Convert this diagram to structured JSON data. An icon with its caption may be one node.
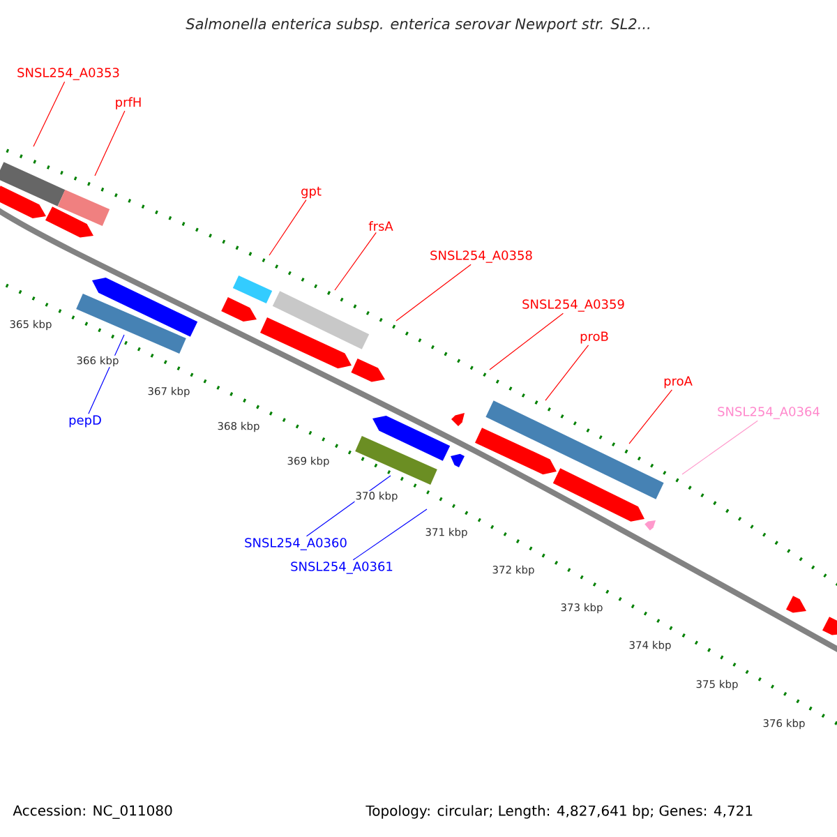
{
  "diagram": {
    "title": "Salmonella enterica subsp. enterica serovar Newport str. SL2...",
    "nodes": [
      {
        "text": [
          "SNSL254_A0353"
        ]
      },
      {
        "text": [
          "prfH"
        ]
      },
      {
        "text": [
          "gpt"
        ]
      },
      {
        "text": [
          "frsA"
        ]
      },
      {
        "text": [
          "SNSL254_A0358"
        ]
      },
      {
        "text": [
          "SNSL254_A0359"
        ]
      },
      {
        "text": [
          "proB"
        ]
      },
      {
        "text": [
          "proA"
        ]
      },
      {
        "text": [
          "SNSL254_A0364"
        ]
      },
      {
        "text": [
          "pepD"
        ]
      },
      {
        "text": [
          "SNSL254_A0360"
        ]
      },
      {
        "text": [
          "SNSL254_A0361"
        ]
      }
    ],
    "edges": [
      {
        "from": 0,
        "to": null,
        "arrow": "none"
      },
      {
        "from": 1,
        "to": null,
        "arrow": "none"
      },
      {
        "from": 2,
        "to": null,
        "arrow": "none"
      },
      {
        "from": 3,
        "to": null,
        "arrow": "none"
      },
      {
        "from": 4,
        "to": null,
        "arrow": "none"
      },
      {
        "from": 5,
        "to": null,
        "arrow": "none"
      },
      {
        "from": 6,
        "to": null,
        "arrow": "none"
      },
      {
        "from": 7,
        "to": null,
        "arrow": "none"
      },
      {
        "from": 8,
        "to": null,
        "arrow": "none",
        "color": "#ff99cc"
      },
      {
        "from": 9,
        "to": null,
        "arrow": "none",
        "color": "#0000ff"
      },
      {
        "from": 10,
        "to": null,
        "arrow": "none",
        "color": "#0000ff"
      },
      {
        "from": 11,
        "to": null,
        "arrow": "none",
        "color": "#0000ff"
      }
    ],
    "labels": [
      "365 kbp",
      "366 kbp",
      "367 kbp",
      "368 kbp",
      "369 kbp",
      "370 kbp",
      "371 kbp",
      "372 kbp",
      "373 kbp",
      "374 kbp",
      "375 kbp",
      "376 kbp",
      "Accession: NC_011080",
      "Topology: circular; Length: 4,827,641 bp; Genes: 4,721"
    ]
  }
}
